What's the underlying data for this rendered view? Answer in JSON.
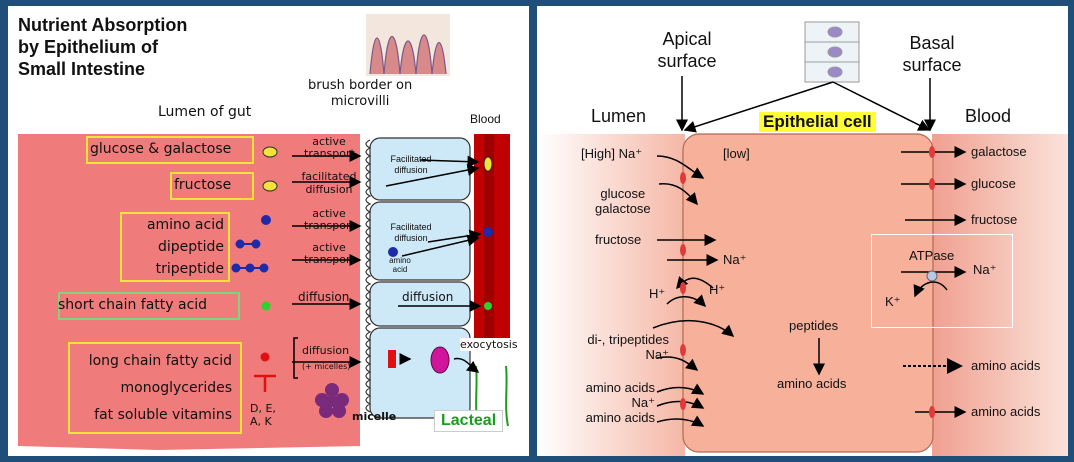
{
  "left": {
    "title": [
      "Nutrient Absorption",
      "by Epithelium of",
      "Small Intestine"
    ],
    "lumen_label": "Lumen of gut",
    "brush_border": [
      "brush border on",
      "microvilli"
    ],
    "blood_label": "Blood",
    "nutrients": {
      "glucose": "glucose & galactose",
      "fructose": "fructose",
      "amino1": "amino acid",
      "amino2": "dipeptide",
      "amino3": "tripeptide",
      "scfa": "short chain fatty acid",
      "lipid1": "long chain fatty acid",
      "lipid2": "monoglycerides",
      "lipid3": "fat soluble vitamins"
    },
    "transport": {
      "active": "active",
      "transport": "transport",
      "facilitated": "facilitated",
      "diffusion": "diffusion",
      "micelles": "(+ micelles)"
    },
    "cell_labels": {
      "facilitated": "Facilitated",
      "diffusion": "diffusion",
      "amino": "amino",
      "acid": "acid"
    },
    "vitamins": [
      "D, E,",
      "A, K"
    ],
    "micelle": "micelle",
    "exocytosis": "exocytosis",
    "lacteal": "Lacteal"
  },
  "right": {
    "apical": [
      "Apical",
      "surface"
    ],
    "basal": [
      "Basal",
      "surface"
    ],
    "lumen": "Lumen",
    "cell": "Epithelial cell",
    "blood": "Blood",
    "high": "[High] Na⁺",
    "low": "[low]",
    "glucose_galactose": [
      "glucose",
      "galactose"
    ],
    "fructose": "fructose",
    "na": "Na⁺",
    "h": "H⁺",
    "di_tri": "di-, tripeptides",
    "amino_acids": "amino acids",
    "peptides": "peptides",
    "atpase": "ATPase",
    "k": "K⁺",
    "blood_out": {
      "galactose": "galactose",
      "glucose": "glucose",
      "fructose": "fructose",
      "amino1": "amino acids",
      "amino2": "amino acids"
    }
  },
  "colors": {
    "frame": "#1f4e79",
    "lumen_pink": "#f07b7b",
    "cell_blue": "#cde9f7",
    "blood_red": "#c00000",
    "highlight": "#f2e33a",
    "lacteal_green": "#1a9e1a"
  }
}
